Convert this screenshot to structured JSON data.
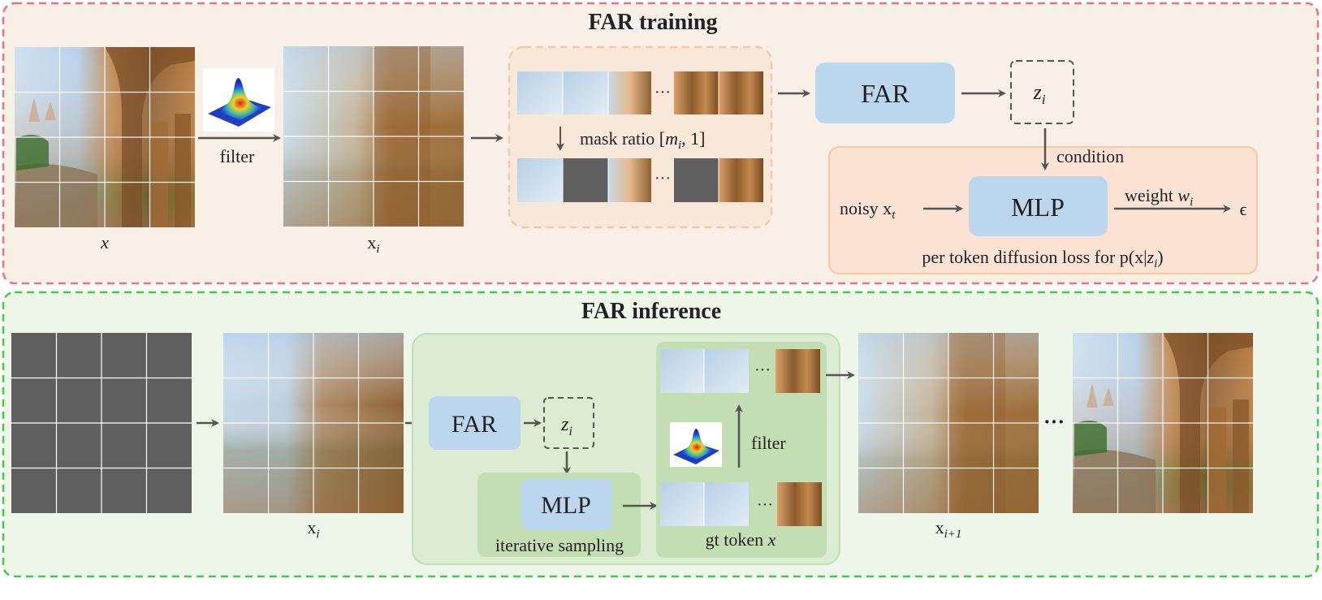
{
  "colors": {
    "training_border": "#e8737b",
    "training_bg": "#f8efe6",
    "inference_border": "#3ccf3c",
    "inference_bg": "#eef6e9",
    "box_blue": "#bcd6ee",
    "box_orange_bg": "#fbe2d2",
    "box_orange_border": "#f3c9a6",
    "box_green_outer": "#dcecd2",
    "box_green_inner": "#c3deb3",
    "arrow": "#555555",
    "mask_gray": "#5f5f5f"
  },
  "training": {
    "title": "FAR training",
    "filter_label": "filter",
    "x_label": "x",
    "xi_base": "x",
    "xi_sub": "i",
    "mask_text": "mask ratio [",
    "mask_m": "m",
    "mask_m_sub": "i",
    "mask_end": ", 1]",
    "ellipsis": "···",
    "far_label": "FAR",
    "z_base": "z",
    "z_sub": "i",
    "condition_label": "condition",
    "noisy_prefix": "noisy x",
    "noisy_sub": "t",
    "mlp_label": "MLP",
    "weight_prefix": "weight ",
    "weight_w": "w",
    "weight_sub": "i",
    "epsilon": "ϵ",
    "loss_prefix": "per token diffusion loss for  p(x|",
    "loss_z": "z",
    "loss_sub": "i",
    "loss_end": ")"
  },
  "inference": {
    "title": "FAR inference",
    "xi_base": "x",
    "xi_sub": "i",
    "far_label": "FAR",
    "z_base": "z",
    "z_sub": "i",
    "mlp_label": "MLP",
    "iterative_label": "iterative sampling",
    "filter_label": "filter",
    "gt_prefix": "gt token ",
    "gt_x": "x",
    "ellipsis": "···",
    "xnext_base": "x",
    "xnext_sub": "i+1",
    "dots": "···"
  }
}
